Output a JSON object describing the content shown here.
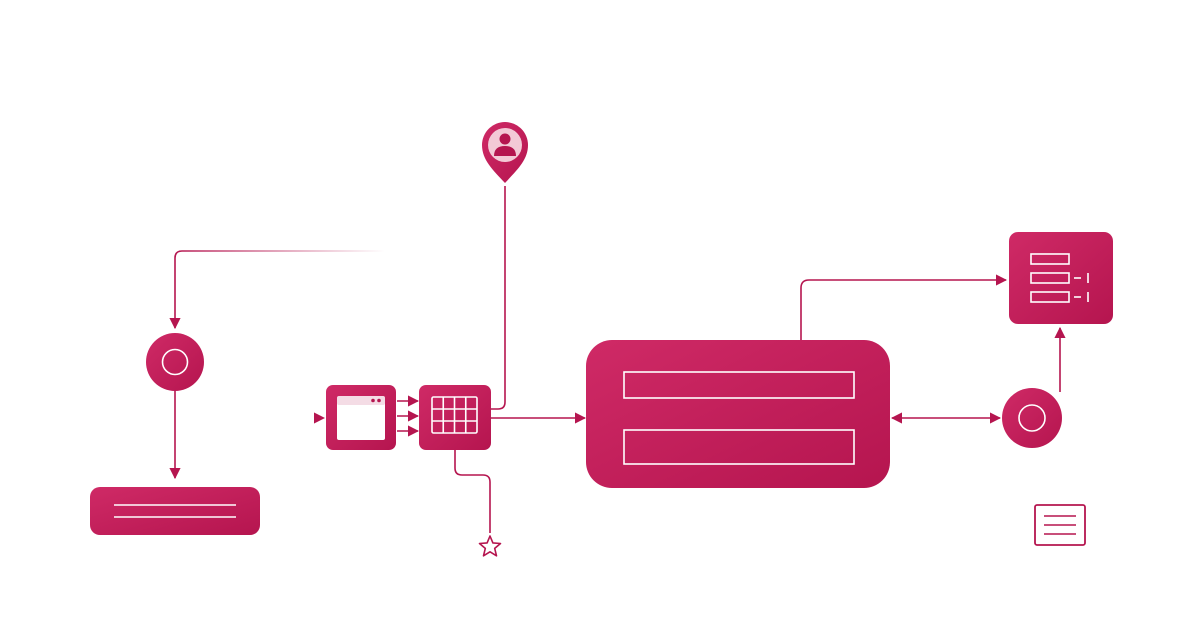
{
  "colors": {
    "accent": "#b5154f",
    "accent_light": "#cf2a66",
    "pin_fill": "#f3c9d6",
    "background": "#ffffff"
  },
  "icons": [
    "user-pin-icon",
    "browser-window-icon",
    "grid-table-icon",
    "star-icon",
    "list-document-icon",
    "circle-node-icon",
    "document-lines-icon"
  ],
  "edges": [
    "top-line-to-left-circle",
    "left-circle-to-bottom-bar",
    "input-to-window",
    "window-to-grid",
    "grid-to-central-block",
    "pin-to-grid",
    "grid-to-star",
    "central-block-to-list-card",
    "central-block-right-circle-bidirectional",
    "right-circle-to-list-card"
  ]
}
